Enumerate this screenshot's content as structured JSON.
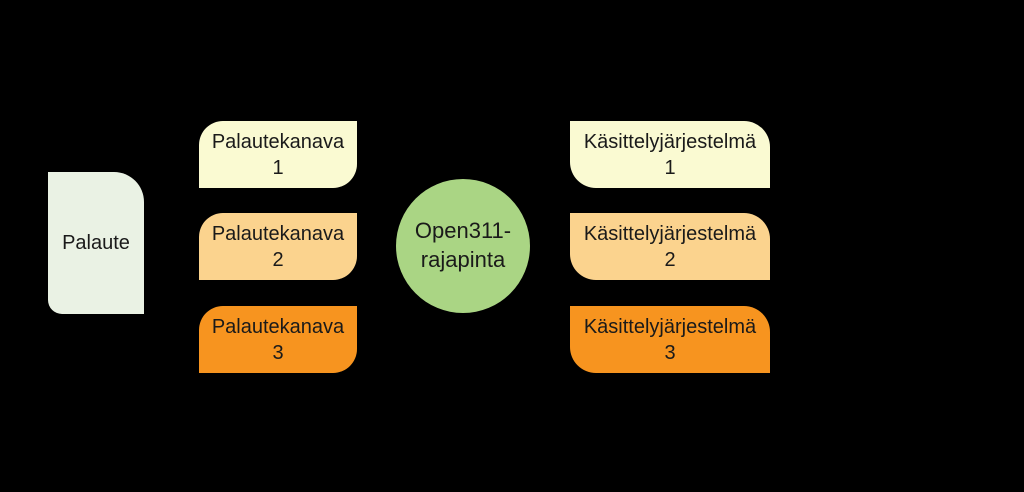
{
  "canvas": {
    "background": "#000000",
    "text_color": "#1a1a1a"
  },
  "palette": {
    "source_fill": "#eaf2e4",
    "level1_fill": "#fafad2",
    "level2_fill": "#fbd38e",
    "level3_fill": "#f7941f",
    "hub_fill": "#aad584"
  },
  "diagram": {
    "source": {
      "label": "Palaute",
      "fill": "#eaf2e4"
    },
    "channels": [
      {
        "line1": "Palautekanava",
        "line2": "1",
        "fill": "#fafad2"
      },
      {
        "line1": "Palautekanava",
        "line2": "2",
        "fill": "#fbd38e"
      },
      {
        "line1": "Palautekanava",
        "line2": "3",
        "fill": "#f7941f"
      }
    ],
    "hub": {
      "line1": "Open311-",
      "line2": "rajapinta",
      "fill": "#aad584"
    },
    "systems": [
      {
        "line1": "Käsittelyjärjestelmä",
        "line2": "1",
        "fill": "#fafad2"
      },
      {
        "line1": "Käsittelyjärjestelmä",
        "line2": "2",
        "fill": "#fbd38e"
      },
      {
        "line1": "Käsittelyjärjestelmä",
        "line2": "3",
        "fill": "#f7941f"
      }
    ]
  }
}
